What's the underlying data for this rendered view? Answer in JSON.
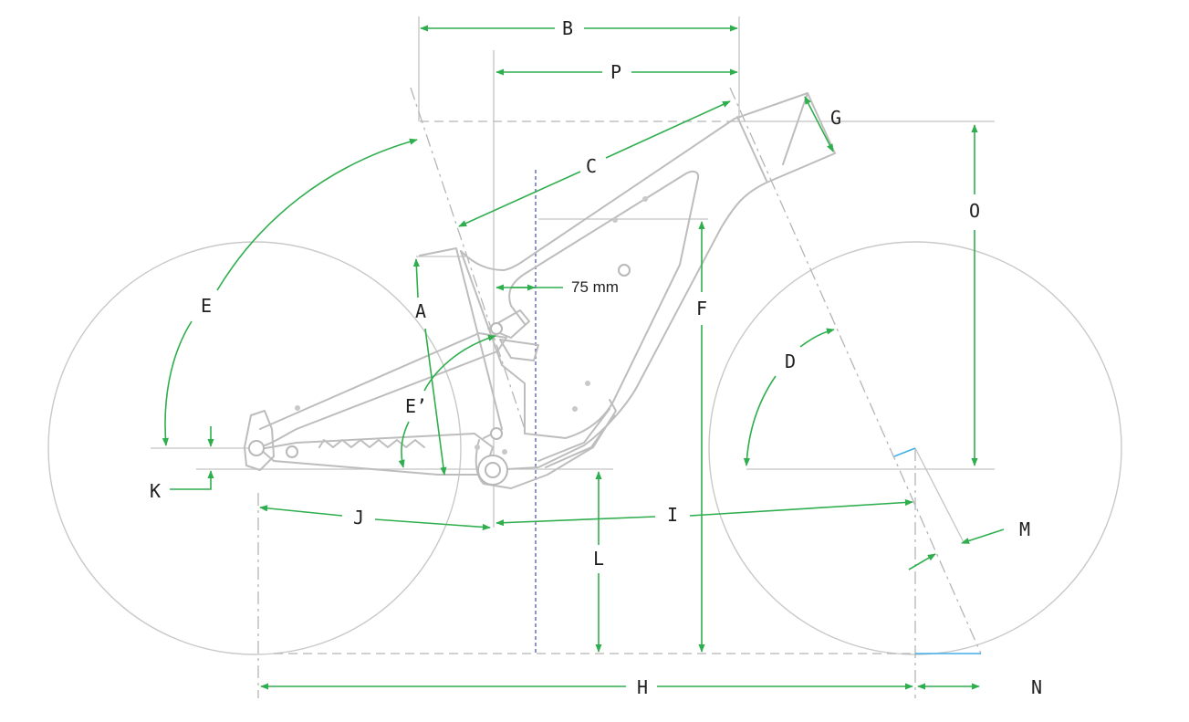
{
  "diagram": {
    "labels": {
      "A": "A",
      "B": "B",
      "C": "C",
      "D": "D",
      "E": "E",
      "E_prime": "E’",
      "F": "F",
      "G": "G",
      "H": "H",
      "I": "I",
      "J": "J",
      "K": "K",
      "L": "L",
      "M": "M",
      "N": "N",
      "O": "O",
      "P": "P"
    },
    "annotation_75": "75 mm"
  },
  "colors": {
    "dimension_arrow": "#2fae4e",
    "offset_mark": "#3fb0e8",
    "frame_line": "#bdbdbd",
    "seat_position_line": "#4c5aa8",
    "label_text": "#1f1f1f"
  }
}
